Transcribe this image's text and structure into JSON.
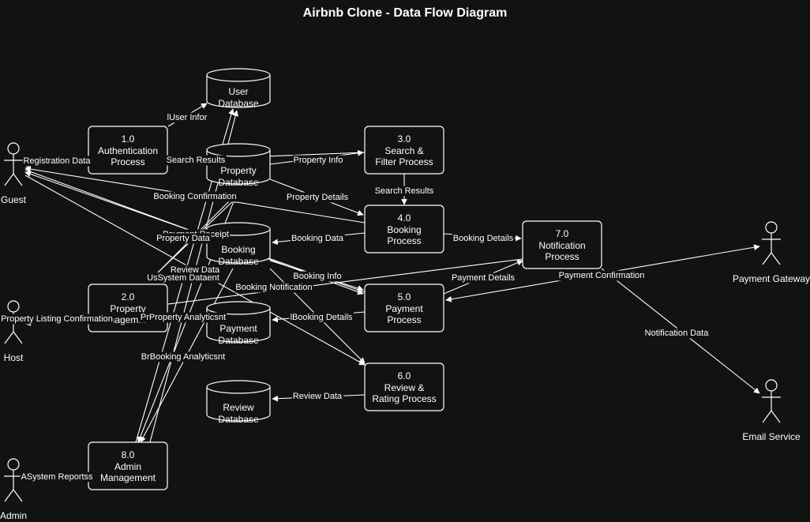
{
  "title": "Airbnb Clone - Data Flow Diagram",
  "colors": {
    "background": "#121212",
    "stroke": "#ffffff",
    "text": "#ffffff"
  },
  "actors": [
    {
      "id": "guest",
      "label": "Guest"
    },
    {
      "id": "host",
      "label": "Host"
    },
    {
      "id": "admin",
      "label": "Admin"
    },
    {
      "id": "payment_gateway",
      "label": "Payment Gateway"
    },
    {
      "id": "email_service",
      "label": "Email Service"
    }
  ],
  "processes": [
    {
      "id": "p1",
      "lines": [
        "1.0",
        "Authentication",
        "Process"
      ]
    },
    {
      "id": "p2",
      "lines": [
        "2.0",
        "Property",
        "nagem..."
      ]
    },
    {
      "id": "p3",
      "lines": [
        "3.0",
        "Search &",
        "Filter Process"
      ]
    },
    {
      "id": "p4",
      "lines": [
        "4.0",
        "Booking",
        "Process"
      ]
    },
    {
      "id": "p5",
      "lines": [
        "5.0",
        "Payment",
        "Process"
      ]
    },
    {
      "id": "p6",
      "lines": [
        "6.0",
        "Review &",
        "Rating Process"
      ]
    },
    {
      "id": "p7",
      "lines": [
        "7.0",
        "Notification",
        "Process"
      ]
    },
    {
      "id": "p8",
      "lines": [
        "8.0",
        "Admin",
        "Management"
      ]
    }
  ],
  "stores": [
    {
      "id": "user_db",
      "lines": [
        "User",
        "Database"
      ]
    },
    {
      "id": "property_db",
      "lines": [
        "Property",
        "Database"
      ]
    },
    {
      "id": "booking_db",
      "lines": [
        "Booking",
        "Database"
      ]
    },
    {
      "id": "payment_db",
      "lines": [
        "Payment",
        "Database"
      ]
    },
    {
      "id": "review_db",
      "lines": [
        "Review",
        "Database"
      ]
    }
  ],
  "flows": [
    {
      "id": "registration",
      "label": "Registration Data"
    },
    {
      "id": "user_info",
      "label": "lUser Infor"
    },
    {
      "id": "search_results_guest",
      "label": "Search Results"
    },
    {
      "id": "property_info",
      "label": "Property Info"
    },
    {
      "id": "booking_confirmation",
      "label": "Booking Confirmation"
    },
    {
      "id": "property_details",
      "label": "Property Details"
    },
    {
      "id": "search_results_p3p4",
      "label": "Search Results"
    },
    {
      "id": "payment_receipt",
      "label": "Payment Receipt"
    },
    {
      "id": "property_data",
      "label": "Property Data"
    },
    {
      "id": "booking_data",
      "label": "Booking Data"
    },
    {
      "id": "booking_details_p7",
      "label": "Booking Details"
    },
    {
      "id": "review_data_guest",
      "label": "Review Data"
    },
    {
      "id": "us_system_data",
      "label": "UsSystem Dataent"
    },
    {
      "id": "booking_info",
      "label": "Booking Info"
    },
    {
      "id": "payment_details",
      "label": "Payment Details"
    },
    {
      "id": "payment_confirmation",
      "label": "Payment Confirmation"
    },
    {
      "id": "booking_notification",
      "label": "Booking Notification"
    },
    {
      "id": "property_listing_confirmation",
      "label": "Property Listing Confirmation"
    },
    {
      "id": "property_analytics",
      "label": "PrProperty Analyticsnt"
    },
    {
      "id": "booking_details_payment",
      "label": "lBooking Details"
    },
    {
      "id": "notification_data",
      "label": "Notification Data"
    },
    {
      "id": "booking_analytics",
      "label": "BrBooking Analyticsnt"
    },
    {
      "id": "review_data_db",
      "label": "Review Data"
    },
    {
      "id": "system_reports",
      "label": "ASystem Reportss"
    }
  ]
}
